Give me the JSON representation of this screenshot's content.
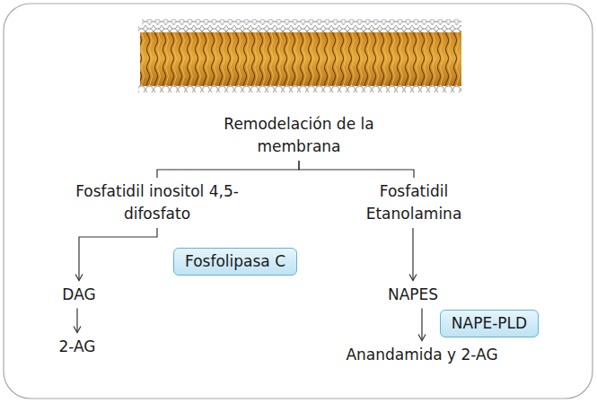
{
  "diagram": {
    "nodes": [
      {
        "text": [
          "Remodelación de la membrana"
        ]
      },
      {
        "text": [
          "Fosfatidil inositol 4,5- difosfato"
        ]
      },
      {
        "text": [
          "Fosfolipasa C"
        ]
      },
      {
        "text": [
          "DAG"
        ]
      },
      {
        "text": [
          "2-AG"
        ]
      },
      {
        "text": [
          "Fosfatidil Etanolamina"
        ]
      },
      {
        "text": [
          "NAPES"
        ]
      },
      {
        "text": [
          "NAPE-PLD"
        ]
      },
      {
        "text": [
          "Anandamida y 2-AG"
        ]
      }
    ],
    "edges": [
      {
        "from": 0,
        "to": 1,
        "arrow": "none"
      },
      {
        "from": 0,
        "to": 5,
        "arrow": "none"
      },
      {
        "from": 1,
        "to": 3,
        "arrow": "to"
      },
      {
        "from": 3,
        "to": 4,
        "arrow": "to"
      },
      {
        "from": 5,
        "to": 6,
        "arrow": "to"
      },
      {
        "from": 6,
        "to": 8,
        "arrow": "to"
      }
    ]
  }
}
